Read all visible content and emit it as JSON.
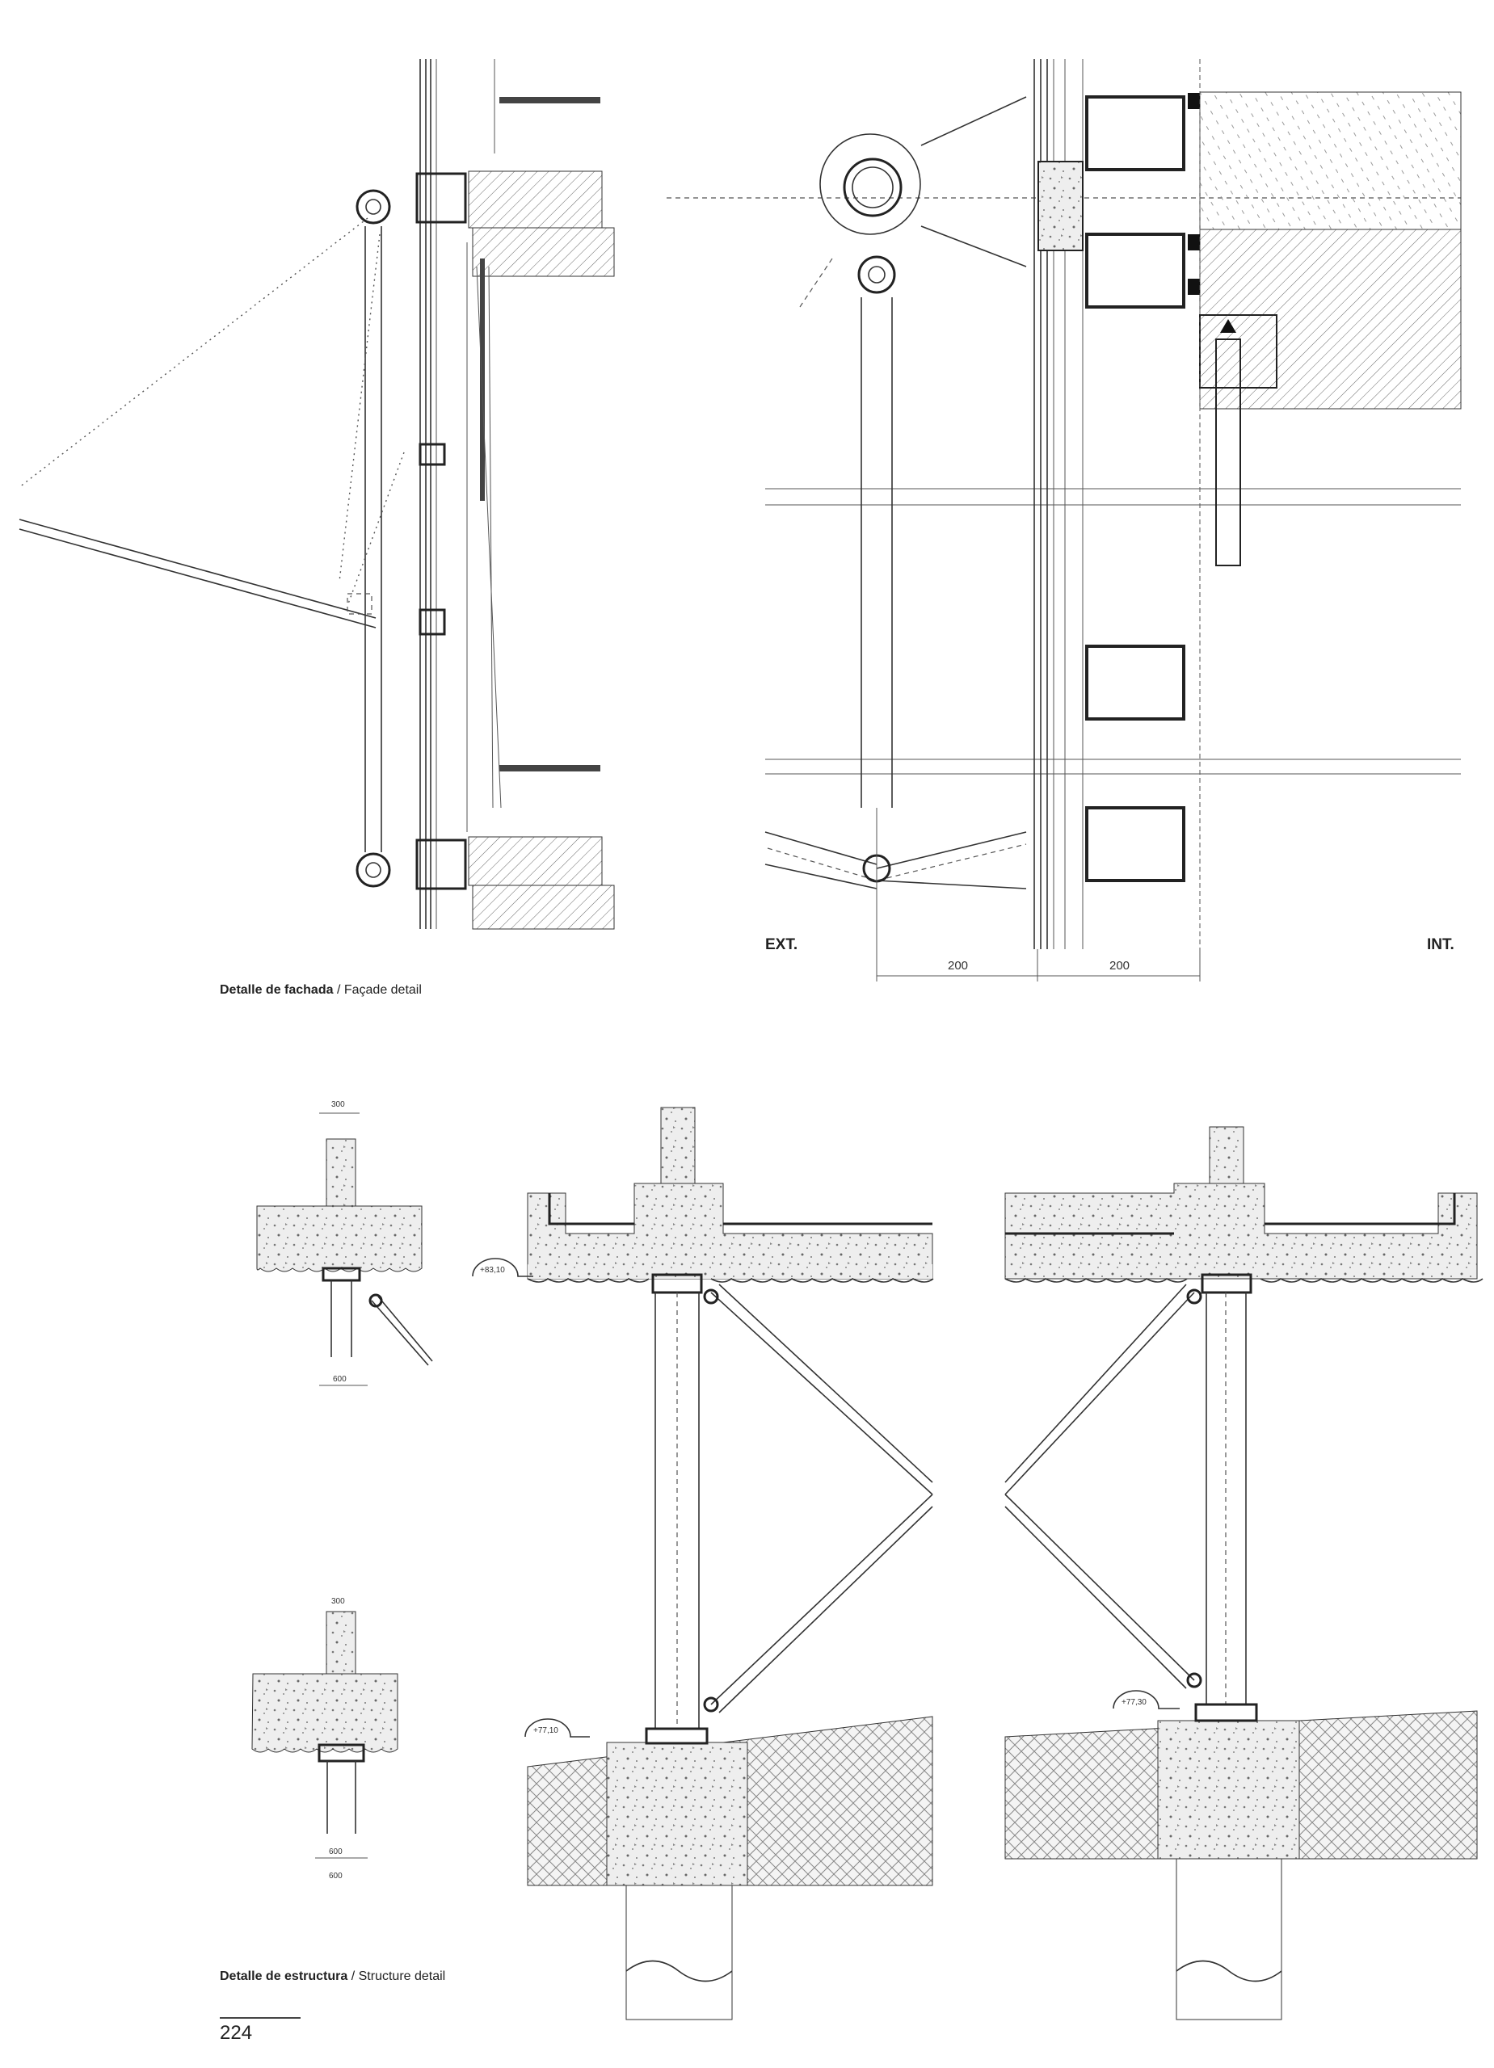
{
  "facade": {
    "ext_label": "EXT.",
    "int_label": "INT.",
    "dims": [
      "200",
      "200"
    ],
    "caption_bold": "Detalle de fachada",
    "caption_sep": " / ",
    "caption_en": "Façade detail"
  },
  "structure": {
    "levels": [
      "+83,10",
      "+77,10",
      "+77,30"
    ],
    "small_dims": [
      "300",
      "600",
      "300",
      "600",
      "600"
    ],
    "caption_bold": "Detalle de estructura",
    "caption_sep": " / ",
    "caption_en": "Structure detail"
  },
  "page_number": "224"
}
